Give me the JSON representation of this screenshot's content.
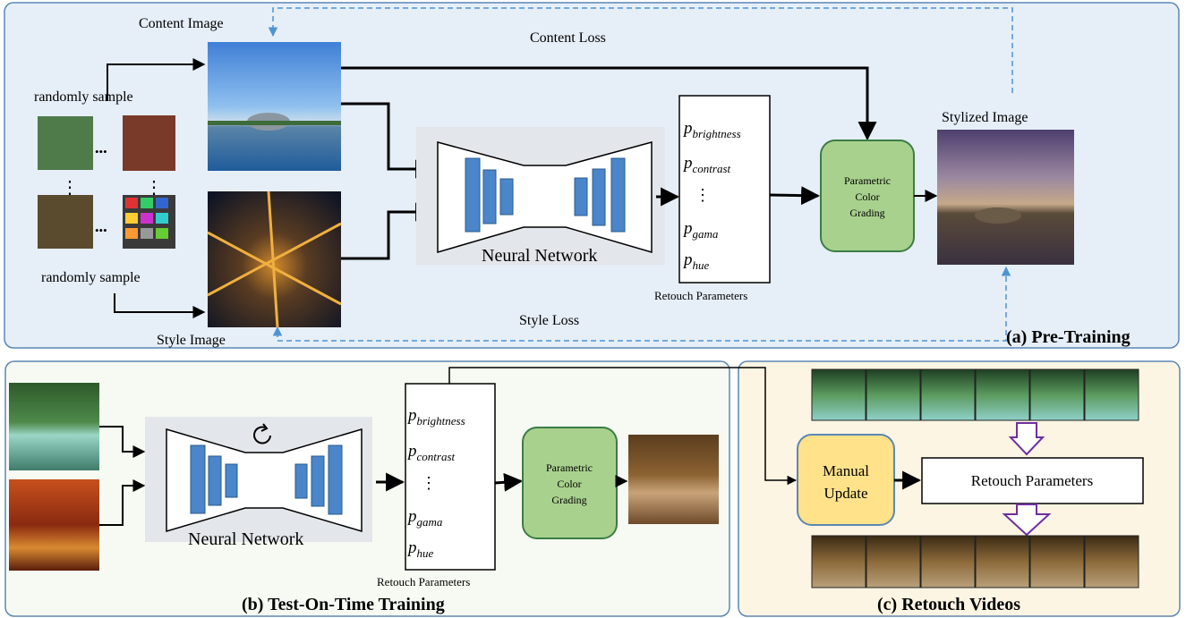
{
  "panel_a": {
    "title": "(a)  Pre-Training",
    "content_image_label": "Content Image",
    "style_image_label": "Style Image",
    "stylized_image_label": "Stylized Image",
    "content_loss_label": "Content Loss",
    "style_loss_label": "Style Loss",
    "sample_label_top": "randomly sample",
    "sample_label_bottom": "randomly sample",
    "network_label": "Neural Network",
    "grading_line1": "Parametric",
    "grading_line2": "Color",
    "grading_line3": "Grading",
    "params_caption": "Retouch Parameters",
    "dots_h": "•••",
    "dots_v": "⋮"
  },
  "panel_b": {
    "title": "(b)  Test-On-Time Training",
    "network_label": "Neural Network",
    "grading_line1": "Parametric",
    "grading_line2": "Color",
    "grading_line3": "Grading",
    "params_caption": "Retouch Parameters",
    "refresh_icon": "cycle-arrow-icon"
  },
  "panel_c": {
    "title": "(c)  Retouch Videos",
    "manual_line1": "Manual",
    "manual_line2": "Update",
    "params_box_label": "Retouch Parameters"
  },
  "params": {
    "p": "p",
    "brightness": "brightness",
    "contrast": "contrast",
    "gama": "gama",
    "hue": "hue",
    "ellipsis": "⋮"
  },
  "colors": {
    "panel_a_bg": "#e6eef7",
    "panel_border": "#5b87b5",
    "panel_b_bg": "#f7faf2",
    "panel_c_bg": "#fdf5e3",
    "network_bg": "#e3e6ea",
    "network_bar": "#4a86c9",
    "grading_fill": "#a9d18e",
    "grading_stroke": "#3a7d44",
    "manual_fill": "#ffe28a",
    "dashed_arrow": "#4f94d4",
    "hollow_arrow": "#6e2fa0"
  }
}
